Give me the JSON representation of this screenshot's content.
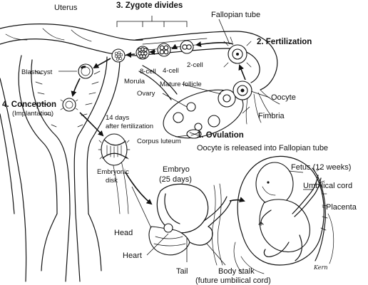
{
  "labels": {
    "uterus": "Uterus",
    "zygote_divides": "3. Zygote divides",
    "fallopian_tube": "Fallopian tube",
    "fertilization": "2. Fertilization",
    "two_cell": "2-cell",
    "four_cell": "4-cell",
    "eight_cell": "8-cell",
    "morula": "Morula",
    "blastocyst": "Blastocyst",
    "mature_follicle": "Mature follicle",
    "ovary": "Ovary",
    "oocyte": "Oocyte",
    "conception": "4. Conception",
    "implantation": "(Implantation)",
    "fimbria": "Fimbria",
    "days_line1": "14 days",
    "days_line2": "after fertilization",
    "corpus_luteum": "Corpus luteum",
    "ovulation": "1. Ovulation",
    "ovulation_desc": "Oocyte is released into Fallopian tube",
    "embryonic_line1": "Embryonic",
    "embryonic_line2": "disk",
    "embryo_line1": "Embryo",
    "embryo_line2": "(25 days)",
    "fetus": "Fetus (12 weeks)",
    "umbilical_cord": "Umbilical cord",
    "placenta": "Placenta",
    "head": "Head",
    "heart": "Heart",
    "tail": "Tail",
    "body_stalk_line1": "Body stalk",
    "body_stalk_line2": "(future umbilical cord)",
    "signature": "Kern"
  }
}
